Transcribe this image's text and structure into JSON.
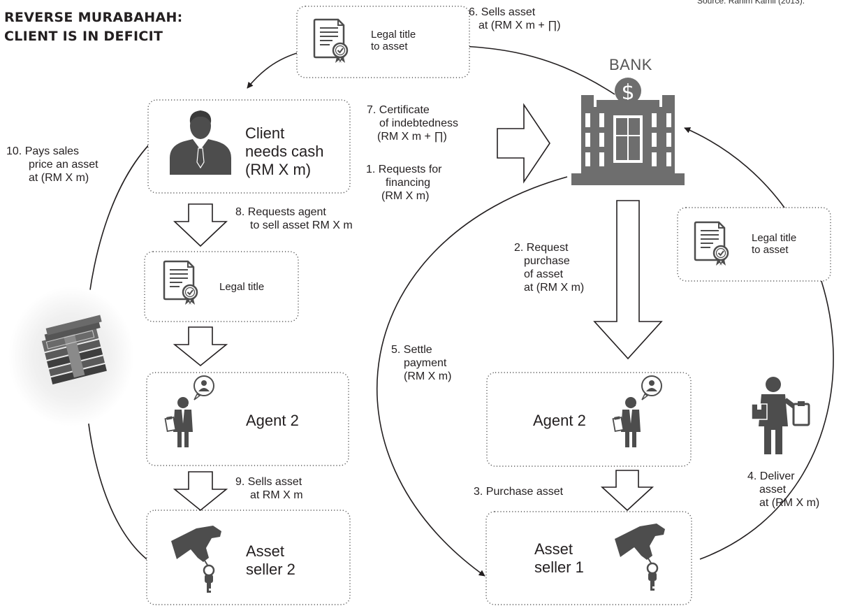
{
  "title": {
    "line1": "REVERSE MURABAHAH:",
    "line2": "CLIENT IS IN DEFICIT"
  },
  "source": "Source: Rahim Kamil (2013).",
  "boxes": {
    "legal_title_top": {
      "line1": "Legal title",
      "line2": "to asset"
    },
    "client": {
      "line1": "Client",
      "line2": "needs cash",
      "line3": "(RM X m)"
    },
    "legal_title_mid": {
      "line1": "Legal title"
    },
    "agent_left": {
      "label": "Agent 2"
    },
    "seller_left": {
      "line1": "Asset",
      "line2": "seller 2"
    },
    "legal_title_right": {
      "line1": "Legal title",
      "line2": "to asset"
    },
    "agent_right": {
      "label": "Agent 2"
    },
    "seller_right": {
      "line1": "Asset",
      "line2": "seller 1"
    }
  },
  "bank_label": "BANK",
  "steps": {
    "s1": {
      "line1": "1.  Requests for",
      "line2": "financing",
      "line3": "(RM X m)"
    },
    "s2": {
      "line1": "2. Request",
      "line2": "purchase",
      "line3": "of asset",
      "line4": "at (RM X m)"
    },
    "s3": {
      "line1": "3. Purchase asset"
    },
    "s4": {
      "line1": "4. Deliver",
      "line2": "asset",
      "line3": "at (RM X m)"
    },
    "s5": {
      "line1": "5. Settle",
      "line2": "payment",
      "line3": "(RM X m)"
    },
    "s6": {
      "line1": "6. Sells asset",
      "line2": "at (RM X m + ∏)"
    },
    "s7": {
      "line1": "7. Certificate",
      "line2": "of indebtedness",
      "line3": "(RM X m + ∏)"
    },
    "s8": {
      "line1": "8. Requests agent",
      "line2": "to sell asset RM X m"
    },
    "s9": {
      "line1": "9. Sells asset",
      "line2": "at RM X m"
    },
    "s10": {
      "line1": "10. Pays sales",
      "line2": "price an asset",
      "line3": "at (RM X m)"
    }
  },
  "colors": {
    "icon": "#4d4d4d",
    "stroke": "#231f20",
    "box_border": "#555555"
  },
  "icons": [
    "certificate-icon",
    "businessman-icon",
    "bank-icon",
    "agent-phone-icon",
    "hand-key-icon",
    "delivery-man-icon",
    "money-stack-icon"
  ]
}
